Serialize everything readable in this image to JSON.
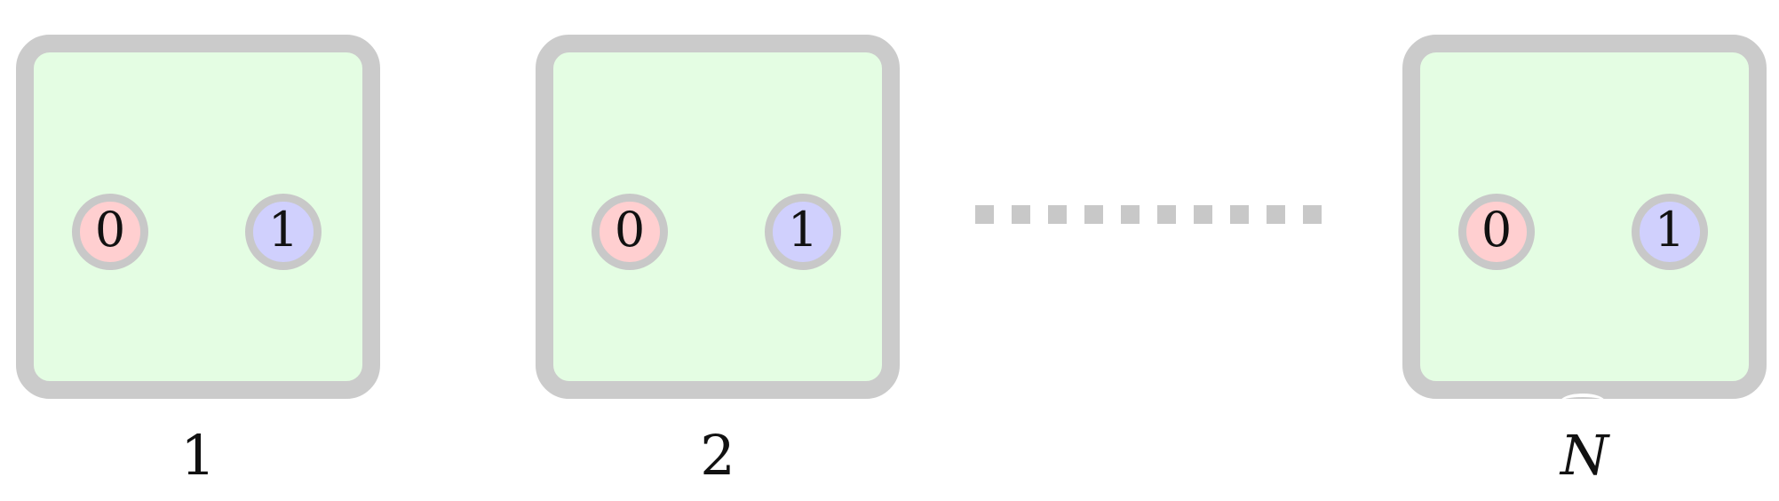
{
  "boxes": [
    {
      "label": "1",
      "states": [
        "0",
        "1"
      ]
    },
    {
      "label": "2",
      "states": [
        "0",
        "1"
      ]
    },
    {
      "label": "N",
      "states": [
        "0",
        "1"
      ]
    }
  ],
  "colors": {
    "box_fill": "#e4fde3",
    "box_border": "#cbcbcb",
    "state_0_fill": "#ffcfd0",
    "state_1_fill": "#d0d0fd",
    "state_border": "#c8c8c8",
    "ellipsis": "#c8c8c8"
  },
  "ellipsis": {
    "count": 10
  }
}
